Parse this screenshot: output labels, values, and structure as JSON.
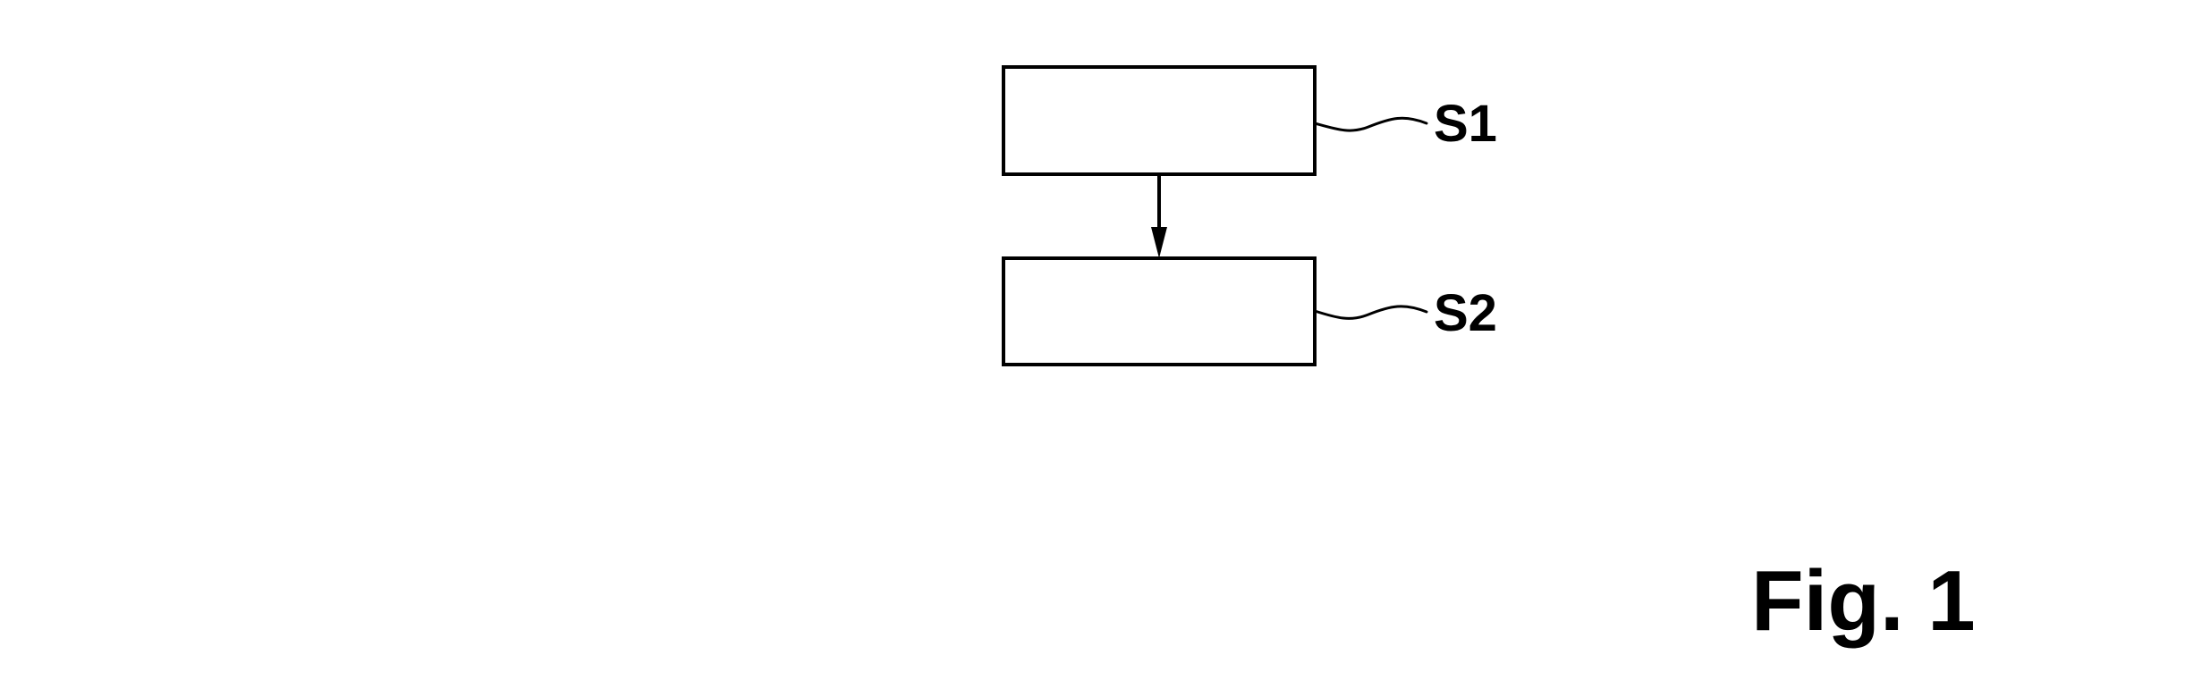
{
  "figure": {
    "caption": "Fig. 1"
  },
  "steps": [
    {
      "label": "S1"
    },
    {
      "label": "S2"
    }
  ],
  "colors": {
    "stroke": "#000000",
    "background": "#ffffff"
  }
}
